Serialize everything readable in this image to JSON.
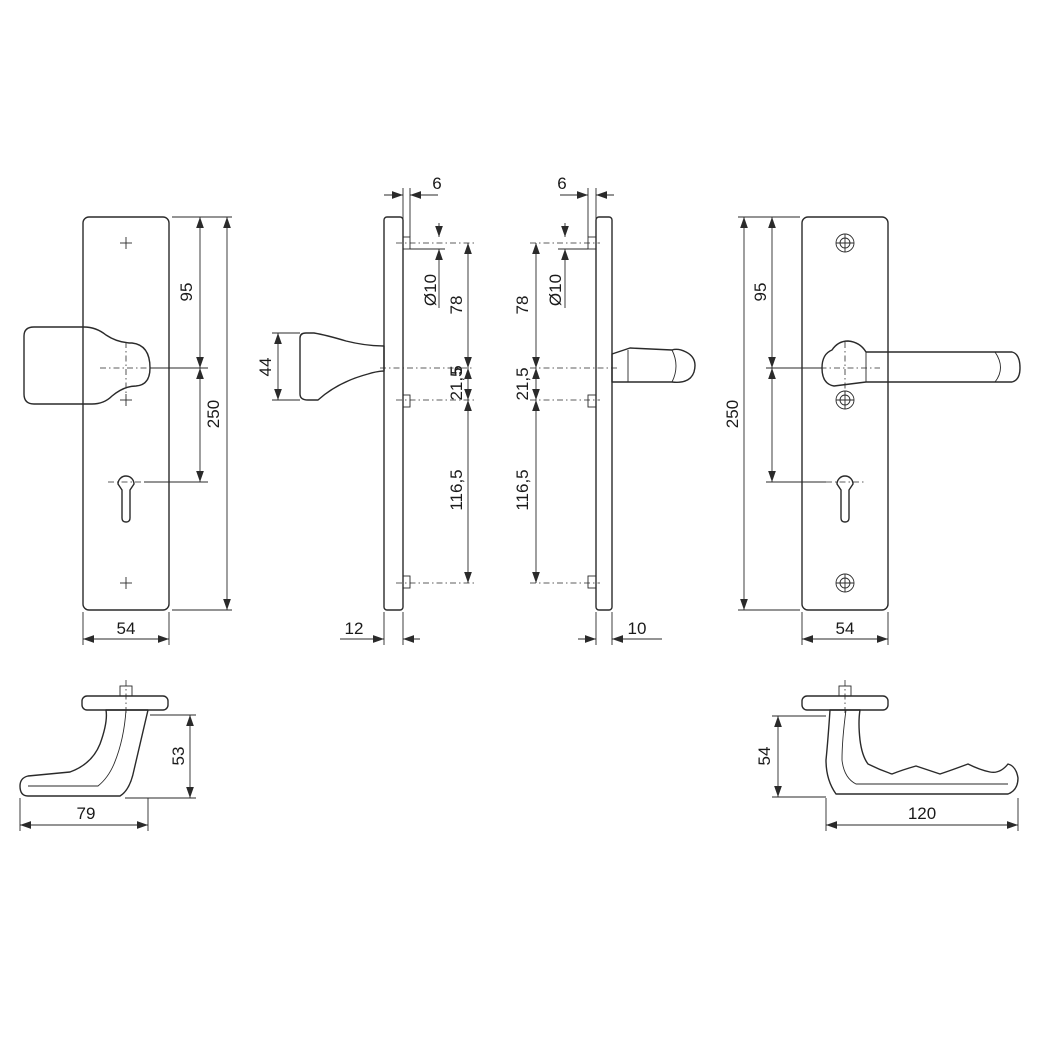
{
  "views": {
    "front_outer": {
      "dims": {
        "width": "54",
        "height": "250",
        "top_to_handle": "95"
      }
    },
    "side_outer": {
      "dims": {
        "pin_width": "6",
        "pin_dia": "Ø10",
        "upper": "78",
        "handle_off": "5",
        "mid": "21,5",
        "lower": "116,5",
        "knob_height": "44",
        "thickness": "12"
      }
    },
    "side_inner": {
      "dims": {
        "pin_width": "6",
        "pin_dia": "Ø10",
        "upper": "78",
        "mid": "21,5",
        "lower": "116,5",
        "thickness": "10"
      }
    },
    "front_inner": {
      "dims": {
        "width": "54",
        "height": "250",
        "top_to_handle": "95"
      }
    },
    "top_knob": {
      "dims": {
        "projection": "79",
        "height": "53"
      }
    },
    "top_lever": {
      "dims": {
        "projection": "120",
        "height": "54"
      }
    }
  }
}
